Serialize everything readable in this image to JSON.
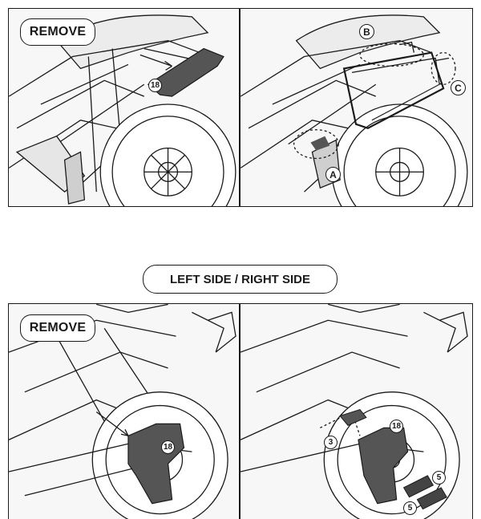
{
  "section_label": "LEFT SIDE / RIGHT SIDE",
  "panels": [
    {
      "label": "REMOVE",
      "callouts": [
        "18"
      ]
    },
    {
      "callouts": [
        "B",
        "C",
        "A"
      ]
    },
    {
      "label": "REMOVE",
      "callouts": [
        "18"
      ]
    },
    {
      "callouts": [
        "18",
        "3",
        "5",
        "5"
      ]
    }
  ],
  "colors": {
    "line": "#1a1a1a",
    "part_fill": "#555555",
    "background": "#ffffff"
  }
}
